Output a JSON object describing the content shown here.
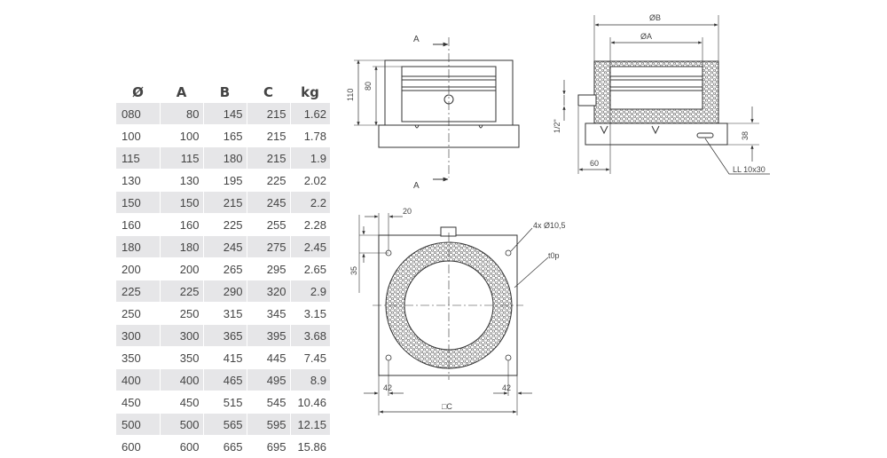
{
  "table": {
    "headers": [
      "Ø",
      "A",
      "B",
      "C",
      "kg"
    ],
    "rows": [
      [
        "080",
        "80",
        "145",
        "215",
        "1.62"
      ],
      [
        "100",
        "100",
        "165",
        "215",
        "1.78"
      ],
      [
        "115",
        "115",
        "180",
        "215",
        "1.9"
      ],
      [
        "130",
        "130",
        "195",
        "225",
        "2.02"
      ],
      [
        "150",
        "150",
        "215",
        "245",
        "2.2"
      ],
      [
        "160",
        "160",
        "225",
        "255",
        "2.28"
      ],
      [
        "180",
        "180",
        "245",
        "275",
        "2.45"
      ],
      [
        "200",
        "200",
        "265",
        "295",
        "2.65"
      ],
      [
        "225",
        "225",
        "290",
        "320",
        "2.9"
      ],
      [
        "250",
        "250",
        "315",
        "345",
        "3.15"
      ],
      [
        "300",
        "300",
        "365",
        "395",
        "3.68"
      ],
      [
        "350",
        "350",
        "415",
        "445",
        "7.45"
      ],
      [
        "400",
        "400",
        "465",
        "495",
        "8.9"
      ],
      [
        "450",
        "450",
        "515",
        "545",
        "10.46"
      ],
      [
        "500",
        "500",
        "565",
        "595",
        "12.15"
      ],
      [
        "600",
        "600",
        "665",
        "695",
        "15.86"
      ]
    ]
  },
  "drawing": {
    "section_label": "A",
    "dim_height_total": "110",
    "dim_height_body": "80",
    "dim_diameter_b": "ØB",
    "dim_diameter_a": "ØA",
    "dim_thread": "1/2\"",
    "dim_offset": "60",
    "dim_base_height": "38",
    "slot_label": "LL 10x30",
    "dim_top_margin": "20",
    "dim_side_margin": "35",
    "hole_label": "4x Ø10,5",
    "surface_label": "t0p",
    "dim_left_margin": "42",
    "dim_right_margin": "42",
    "dim_square": "□C"
  }
}
